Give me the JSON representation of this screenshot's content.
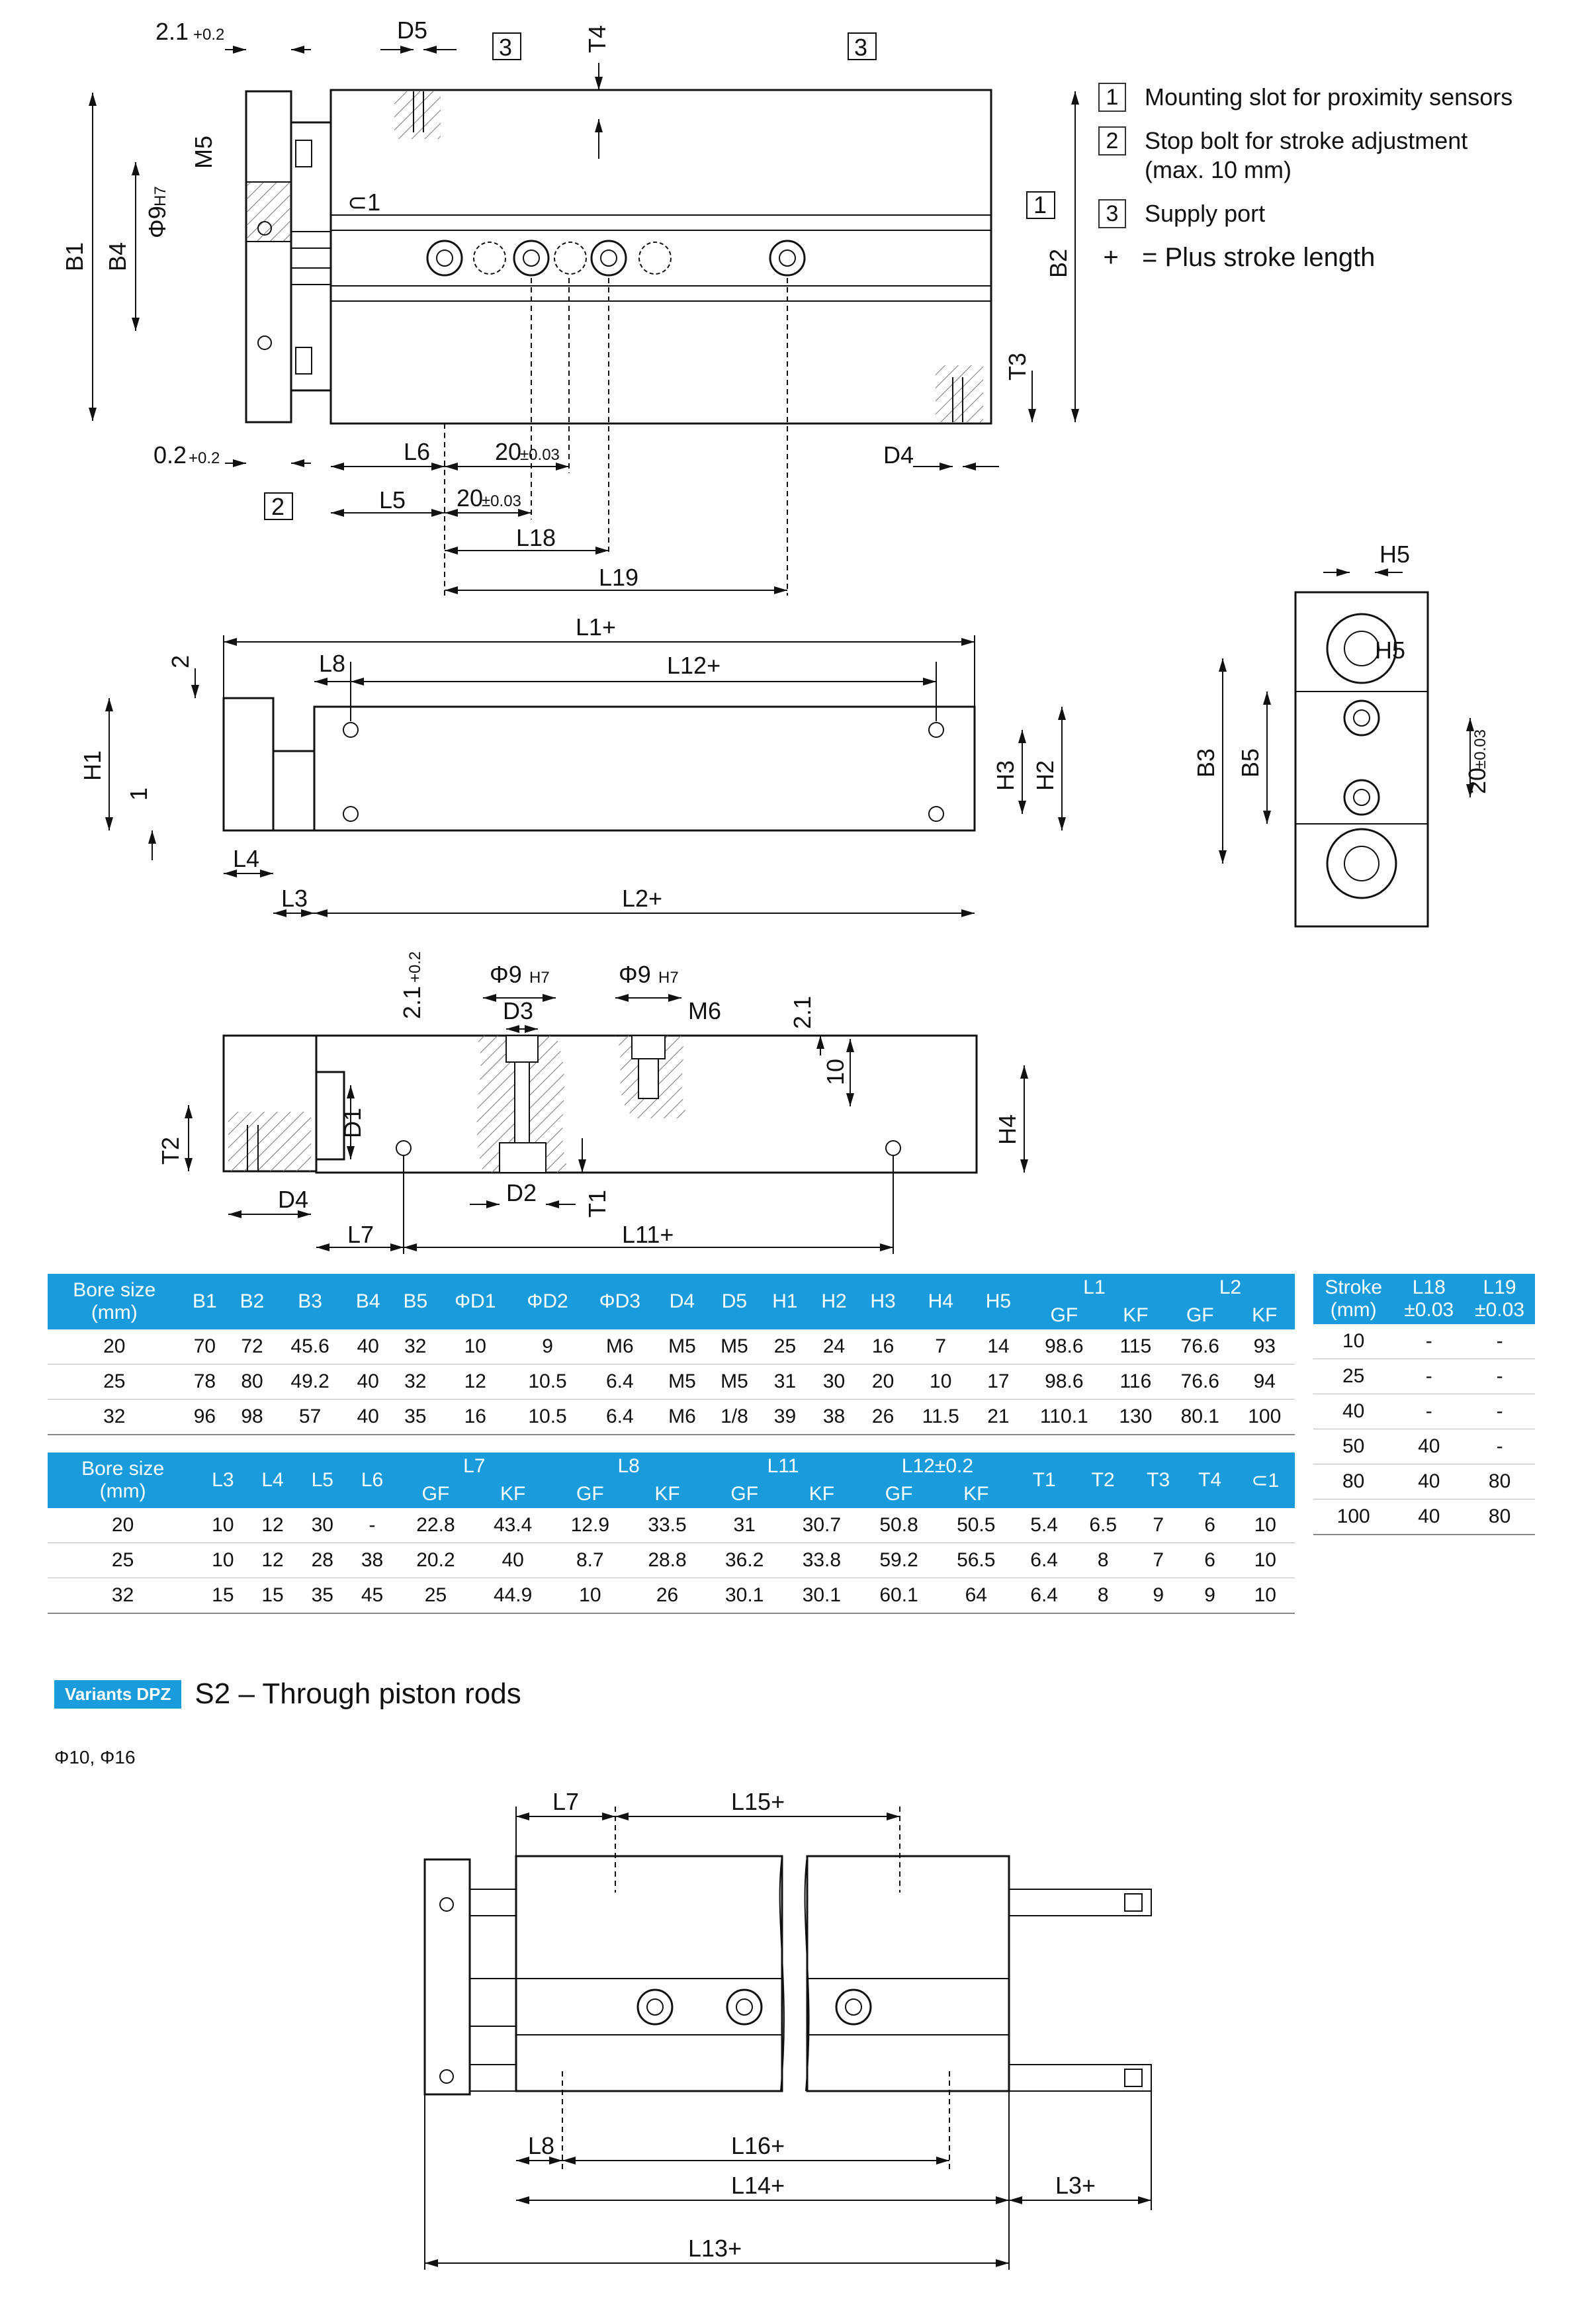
{
  "legend": {
    "items": [
      {
        "num": "1",
        "text": "Mounting slot for proximity sensors"
      },
      {
        "num": "2",
        "text": "Stop bolt for stroke adjustment",
        "text2": "(max. 10 mm)"
      },
      {
        "num": "3",
        "text": "Supply port"
      }
    ],
    "plus_symbol": "+",
    "plus_text": "= Plus stroke length"
  },
  "drawing1": {
    "labels": {
      "t21": "2.1",
      "t21_tol": "+0.2",
      "d5": "D5",
      "t4": "T4",
      "c3a": "3",
      "c3b": "3",
      "m5": "M5",
      "b1": "B1",
      "b4": "B4",
      "phi9": "Φ9",
      "phi9_tol": "H7",
      "wrench1": "⊂1",
      "c1": "1",
      "b2": "B2",
      "t3": "T3",
      "t02": "0.2",
      "t02_tol": "+0.2",
      "l6": "L6",
      "d20a": "20",
      "d20a_tol": "±0.03",
      "d4": "D4",
      "c2": "2",
      "l5": "L5",
      "d20b": "20",
      "d20b_tol": "±0.03",
      "l18": "L18",
      "l19": "L19"
    }
  },
  "drawing2": {
    "labels": {
      "l1": "L1+",
      "two": "2",
      "l8": "L8",
      "l12": "L12+",
      "h1": "H1",
      "one": "1",
      "h3": "H3",
      "h2": "H2",
      "l4": "L4",
      "l3": "L3",
      "l2": "L2+"
    }
  },
  "drawing3": {
    "labels": {
      "h5a": "H5",
      "h5b": "H5",
      "b3": "B3",
      "b5": "B5",
      "d20": "20",
      "d20_tol": "±0.03"
    }
  },
  "drawing4": {
    "labels": {
      "t21": "2.1",
      "t21_tol": "+0.2",
      "phi9a": "Φ9",
      "phi9a_tol": "H7",
      "phi9b": "Φ9",
      "phi9b_tol": "H7",
      "d3": "D3",
      "m6": "M6",
      "t21b": "2.1",
      "ten": "10",
      "d1": "D1",
      "t2": "T2",
      "h4": "H4",
      "d4": "D4",
      "d2": "D2",
      "t1": "T1",
      "l7": "L7",
      "l11": "L11+"
    }
  },
  "table1": {
    "head_top": [
      "Bore size",
      "B1",
      "B2",
      "B3",
      "B4",
      "B5",
      "ΦD1",
      "ΦD2",
      "ΦD3",
      "D4",
      "D5",
      "H1",
      "H2",
      "H3",
      "H4",
      "H5",
      "L1",
      "L2"
    ],
    "head_unit": "(mm)",
    "head_sub": [
      "GF",
      "KF",
      "GF",
      "KF"
    ],
    "rows": [
      [
        "20",
        "70",
        "72",
        "45.6",
        "40",
        "32",
        "10",
        "9",
        "M6",
        "M5",
        "M5",
        "25",
        "24",
        "16",
        "7",
        "14",
        "98.6",
        "115",
        "76.6",
        "93"
      ],
      [
        "25",
        "78",
        "80",
        "49.2",
        "40",
        "32",
        "12",
        "10.5",
        "6.4",
        "M5",
        "M5",
        "31",
        "30",
        "20",
        "10",
        "17",
        "98.6",
        "116",
        "76.6",
        "94"
      ],
      [
        "32",
        "96",
        "98",
        "57",
        "40",
        "35",
        "16",
        "10.5",
        "6.4",
        "M6",
        "1/8",
        "39",
        "38",
        "26",
        "11.5",
        "21",
        "110.1",
        "130",
        "80.1",
        "100"
      ]
    ]
  },
  "table2": {
    "head_top": [
      "Bore size",
      "L3",
      "L4",
      "L5",
      "L6",
      "L7",
      "L8",
      "L11",
      "L12±0.2",
      "T1",
      "T2",
      "T3",
      "T4",
      "⊂1"
    ],
    "head_unit": "(mm)",
    "head_sub": [
      "GF",
      "KF",
      "GF",
      "KF",
      "GF",
      "KF",
      "GF",
      "KF"
    ],
    "rows": [
      [
        "20",
        "10",
        "12",
        "30",
        "-",
        "22.8",
        "43.4",
        "12.9",
        "33.5",
        "31",
        "30.7",
        "50.8",
        "50.5",
        "5.4",
        "6.5",
        "7",
        "6",
        "10"
      ],
      [
        "25",
        "10",
        "12",
        "28",
        "38",
        "20.2",
        "40",
        "8.7",
        "28.8",
        "36.2",
        "33.8",
        "59.2",
        "56.5",
        "6.4",
        "8",
        "7",
        "6",
        "10"
      ],
      [
        "32",
        "15",
        "15",
        "35",
        "45",
        "25",
        "44.9",
        "10",
        "26",
        "30.1",
        "30.1",
        "60.1",
        "64",
        "6.4",
        "8",
        "9",
        "9",
        "10"
      ]
    ]
  },
  "table3": {
    "head": [
      "Stroke",
      "L18",
      "L19"
    ],
    "head_sub": [
      "(mm)",
      "±0.03",
      "±0.03"
    ],
    "rows": [
      [
        "10",
        "-",
        "-"
      ],
      [
        "25",
        "-",
        "-"
      ],
      [
        "40",
        "-",
        "-"
      ],
      [
        "50",
        "40",
        "-"
      ],
      [
        "80",
        "40",
        "80"
      ],
      [
        "100",
        "40",
        "80"
      ]
    ]
  },
  "variant": {
    "badge": "Variants DPZ",
    "title": "S2 – Through piston rods",
    "note": "Φ10, Φ16"
  },
  "drawing5": {
    "labels": {
      "l7": "L7",
      "l15": "L15+",
      "l8": "L8",
      "l16": "L16+",
      "l14": "L14+",
      "l3": "L3+",
      "l13": "L13+"
    }
  }
}
